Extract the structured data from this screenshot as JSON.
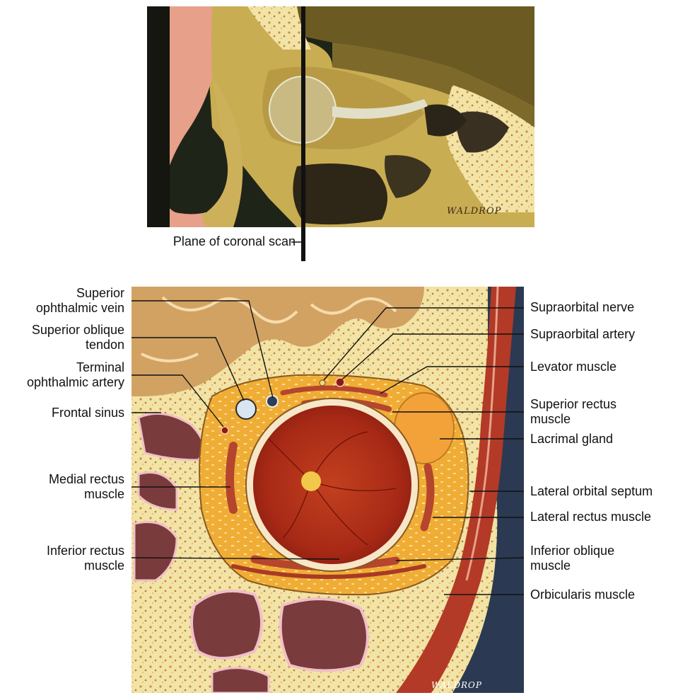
{
  "top_panel": {
    "plane_label": "Plane of coronal scan",
    "signature": "WALDROP"
  },
  "bottom_panel": {
    "signature": "WALDROP",
    "labels_left": {
      "superior_ophthalmic_vein": [
        "Superior",
        "ophthalmic vein"
      ],
      "superior_oblique_tendon": [
        "Superior oblique",
        "tendon"
      ],
      "terminal_ophthalmic_artery": [
        "Terminal",
        "ophthalmic artery"
      ],
      "frontal_sinus": [
        "Frontal sinus"
      ],
      "medial_rectus_muscle": [
        "Medial rectus",
        "muscle"
      ],
      "inferior_rectus_muscle": [
        "Inferior rectus",
        "muscle"
      ]
    },
    "labels_right": {
      "supraorbital_nerve": [
        "Supraorbital nerve"
      ],
      "supraorbital_artery": [
        "Supraorbital artery"
      ],
      "levator_muscle": [
        "Levator muscle"
      ],
      "superior_rectus_muscle": [
        "Superior rectus",
        "muscle"
      ],
      "lacrimal_gland": [
        "Lacrimal gland"
      ],
      "lateral_orbital_septum": [
        "Lateral orbital septum"
      ],
      "lateral_rectus_muscle": [
        "Lateral rectus muscle"
      ],
      "inferior_oblique_muscle": [
        "Inferior oblique",
        "muscle"
      ],
      "orbicularis_muscle": [
        "Orbicularis muscle"
      ]
    }
  },
  "colors": {
    "background": "#ffffff",
    "bone": "#f3e6b0",
    "brain": "#d2a262",
    "orbital_fat": "#f2b43e",
    "globe": "#b8321a",
    "muscle": "#b5452d",
    "sinus": "#7a3b3c",
    "skin": "#e8a58e",
    "dark_bg": "#2b3a52",
    "leader_line": "#111111"
  }
}
